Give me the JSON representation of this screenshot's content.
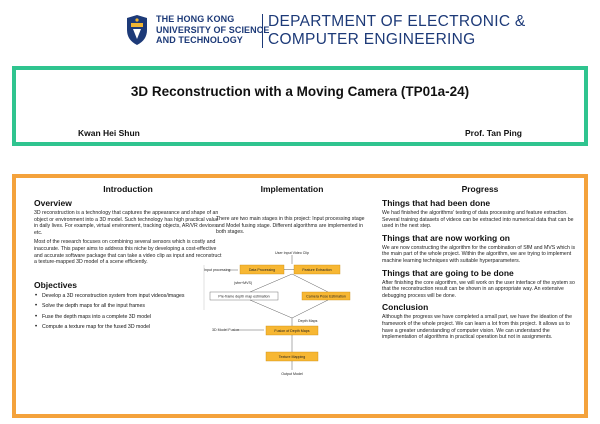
{
  "header": {
    "uni_line1": "THE HONG KONG",
    "uni_line2": "UNIVERSITY OF SCIENCE",
    "uni_line3": "AND TECHNOLOGY",
    "dept_line1": "DEPARTMENT OF ELECTRONIC &",
    "dept_line2": "COMPUTER ENGINEERING",
    "brand_color": "#1d3a78",
    "logo_icon": "hkust-logo-icon"
  },
  "title_box": {
    "title": "3D Reconstruction with a Moving Camera (TP01a-24)",
    "student": "Kwan Hei Shun",
    "supervisor": "Prof. Tan Ping",
    "border_color": "#2fc48f"
  },
  "content": {
    "border_color": "#f4a23c",
    "introduction": {
      "heading": "Introduction",
      "overview_heading": "Overview",
      "overview_p1": "3D reconstruction is a technology that captures the appearance and shape of an object or environment into a 3D model. Such technology has high practical value in daily lives. For example, virtual environment, tracking objects, AR/VR devices etc.",
      "overview_p2": "Most of the research focuses on combining several sensors which is costly and inaccurate. This paper aims to address this niche by developing a cost-effective and accurate software package that can take a video clip as input and reconstruct a texture-mapped 3D model of a scene efficiently.",
      "objectives_heading": "Objectives",
      "objectives": [
        "Develop a 3D reconstruction system from input videos/images",
        "Solve the depth maps for all the input frames",
        "Fuse the depth maps into a complete 3D model",
        "Compute a texture map for the fused 3D model"
      ]
    },
    "implementation": {
      "heading": "Implementation",
      "p1": "There are two main stages in this project: Input processing stage and Model fusing stage. Different algorithms are implemented in both stages.",
      "diagram": {
        "input": "User Input Video Clip",
        "stage1_label": "Input processing",
        "data_processing": "Data Processing",
        "feature_extraction": "Feature Extraction",
        "sfm_mvs": "(sfm+MVS)",
        "depth_estimation": "Pre-frame depth map estimation",
        "pose_estimation": "Camera Pose Estimation",
        "depth_maps_label": "Depth Maps",
        "stage2_label": "3D Model Fusion",
        "fusion": "Fusion of Depth Maps",
        "texture": "Texture Mapping",
        "output": "Output Model",
        "box_color": "#f7b733"
      }
    },
    "progress": {
      "heading": "Progress",
      "done_heading": "Things that had been done",
      "done_text": "We had finished the algorithms' testing of data processing and feature extraction. Several training datasets of videos can be extracted into numerical data that can be used in the next step.",
      "working_heading": "Things that are now working on",
      "working_text": "We are now constructing the algorithm for the combination of SfM and MVS which is the main part of the whole project. Within the algorithm, we are trying to implement machine learning techniques with suitable hyperparameters.",
      "todo_heading": "Things that are going to be done",
      "todo_text": "After finishing the core algorithm, we will work on the user interface of the system so that the reconstruction result can be shown in an appropriate way. An extensive debugging process will be done.",
      "conclusion_heading": "Conclusion",
      "conclusion_text": "Although the progress we have completed a small part, we have the ideation of the framework of the whole project. We can learn a lot from this project. It allows us to have a greater understanding of computer vision. We can understand the implementation of algorithms in practical operation but not in assignments."
    }
  }
}
